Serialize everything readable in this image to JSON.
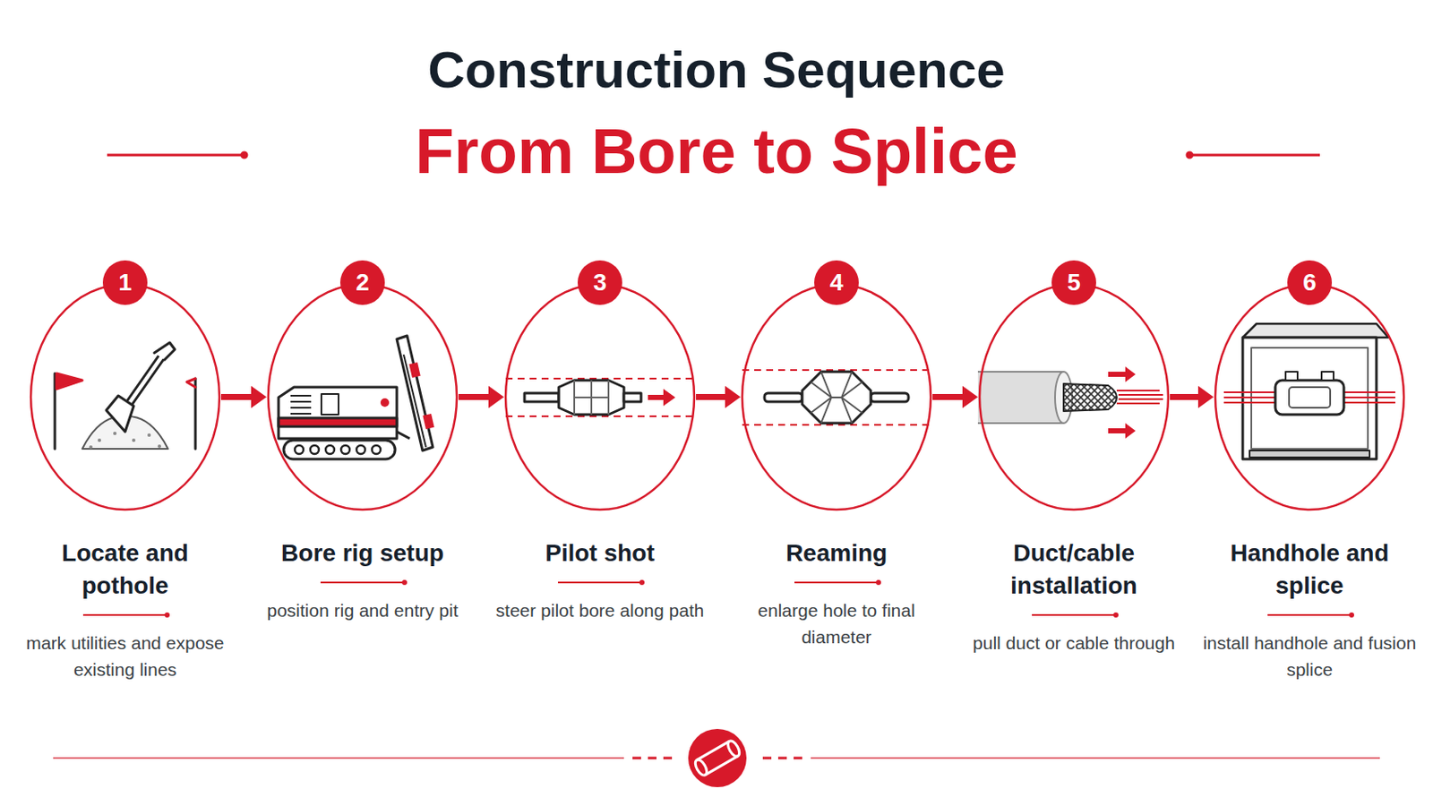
{
  "diagram": {
    "title": "Construction Sequence",
    "nodes": [
      {
        "text": [
          "1",
          "Locate and pothole",
          "mark utilities and expose existing lines"
        ]
      },
      {
        "text": [
          "2",
          "Bore rig setup",
          "position rig and entry pit"
        ]
      },
      {
        "text": [
          "3",
          "Pilot shot",
          "steer pilot bore along path"
        ]
      },
      {
        "text": [
          "4",
          "Reaming",
          "enlarge hole to final diameter"
        ]
      },
      {
        "text": [
          "5",
          "Duct/cable installation",
          "pull duct or cable through"
        ]
      },
      {
        "text": [
          "6",
          "Handhole and splice",
          "install handhole and fusion splice"
        ]
      }
    ],
    "edges": [
      {
        "from": 0,
        "to": 1,
        "arrow": "to"
      },
      {
        "from": 1,
        "to": 2,
        "arrow": "to"
      },
      {
        "from": 2,
        "to": 3,
        "arrow": "to"
      },
      {
        "from": 3,
        "to": 4,
        "arrow": "to"
      },
      {
        "from": 4,
        "to": 5,
        "arrow": "to"
      }
    ],
    "labels": [
      "From Bore to Splice"
    ]
  }
}
